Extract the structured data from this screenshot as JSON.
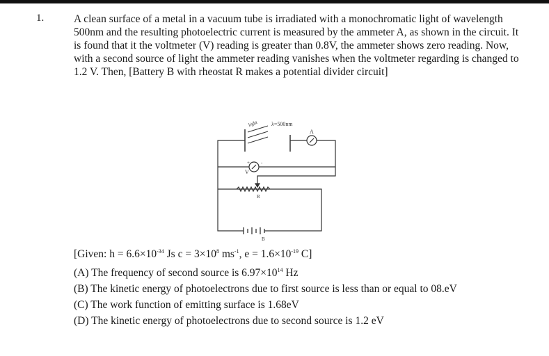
{
  "question": {
    "number": "1.",
    "text": "A clean surface of a metal in a vacuum tube is irradiated with a monochromatic light of wavelength 500nm and the resulting photoelectric current is measured by the ammeter A, as shown in the circuit. It is found that it the voltmeter (V) reading is greater than 0.8V, the ammeter shows zero reading. Now, with a second source of light the ammeter reading vanishes when the voltmeter regarding is changed to 1.2 V. Then, [Battery B with rheostat R makes a potential divider circuit]"
  },
  "circuit": {
    "light_label": "light",
    "wavelength_label": "λ=500nm",
    "ammeter_label": "A",
    "voltmeter_label": "V",
    "plus": "+",
    "minus": "-",
    "rheostat_label": "R",
    "battery_label": "B"
  },
  "given": {
    "prefix": "[Given: h = 6.6×10",
    "e1": "-34",
    "mid1": " Js c = 3×10",
    "e2": "8",
    "mid2": " ms",
    "e3": "-1",
    "mid3": ", e = 1.6×10",
    "e4": "-19",
    "suffix": " C]"
  },
  "options": {
    "a_prefix": "(A) The frequency of second source is 6.97×10",
    "a_exp": "14",
    "a_suffix": " Hz",
    "b": "(B) The kinetic energy of photoelectrons due to first source is less than or equal to 08.eV",
    "c": "(C) The work function of emitting surface is 1.68eV",
    "d": "(D) The kinetic energy of photoelectrons due to second source is 1.2 eV"
  }
}
